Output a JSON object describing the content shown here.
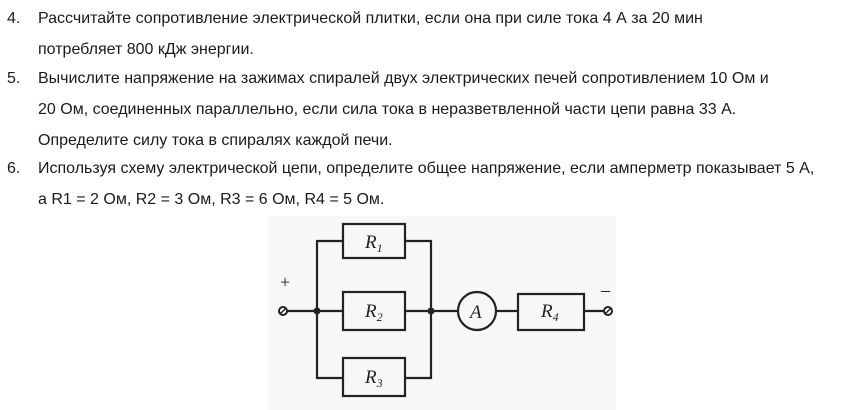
{
  "problems": [
    {
      "number": "4.",
      "lines": [
        "Рассчитайте сопротивление электрической плитки, если она при силе тока 4 А за 20 мин",
        "потребляет 800 кДж энергии."
      ]
    },
    {
      "number": "5.",
      "lines": [
        "Вычислите напряжение на зажимах спиралей двух электрических печей сопротивлением 10 Ом и",
        "20 Ом, соединенных параллельно, если сила тока в неразветвленной части цепи равна 33 А.",
        "Определите силу тока в спиралях каждой печи."
      ]
    },
    {
      "number": "6.",
      "lines": [
        "Используя схему электрической цепи, определите общее напряжение, если амперметр показывает 5 А,",
        "а R1 = 2 Ом, R2 = 3 Ом, R3 = 6 Ом, R4 = 5 Ом."
      ]
    }
  ],
  "circuit": {
    "plus": "+",
    "minus": "−",
    "r1": "R",
    "r1_sub": "1",
    "r2": "R",
    "r2_sub": "2",
    "r3": "R",
    "r3_sub": "3",
    "r4": "R",
    "r4_sub": "4",
    "ammeter": "A"
  }
}
